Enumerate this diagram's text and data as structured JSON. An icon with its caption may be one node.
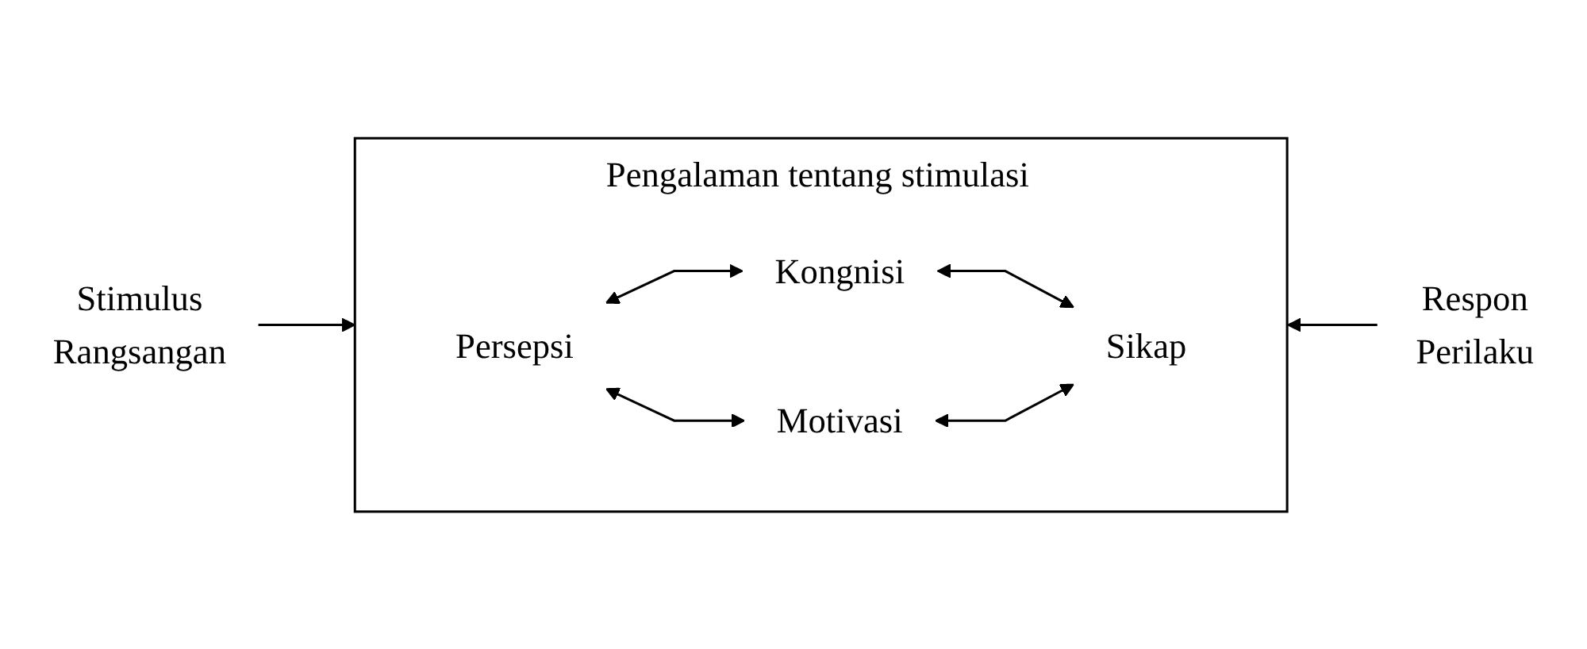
{
  "diagram": {
    "nodes": [
      {
        "text": [
          "Stimulus",
          "Rangsangan"
        ]
      },
      {
        "text": [
          "Pengalaman tentang stimulasi"
        ]
      },
      {
        "text": [
          "Kongnisi"
        ],
        "in": 1
      },
      {
        "text": [
          "Persepsi"
        ],
        "in": 1
      },
      {
        "text": [
          "Sikap"
        ],
        "in": 1
      },
      {
        "text": [
          "Motivasi"
        ],
        "in": 1
      },
      {
        "text": [
          "Respon",
          "Perilaku"
        ]
      }
    ],
    "edges": [
      {
        "from": 0,
        "to": 1,
        "arrow": "to"
      },
      {
        "from": 3,
        "to": 2,
        "arrow": "both"
      },
      {
        "from": 2,
        "to": 4,
        "arrow": "both"
      },
      {
        "from": 5,
        "to": 4,
        "arrow": "both"
      },
      {
        "from": 3,
        "to": 5,
        "arrow": "both"
      },
      {
        "from": 6,
        "to": 1,
        "arrow": "to"
      }
    ]
  }
}
